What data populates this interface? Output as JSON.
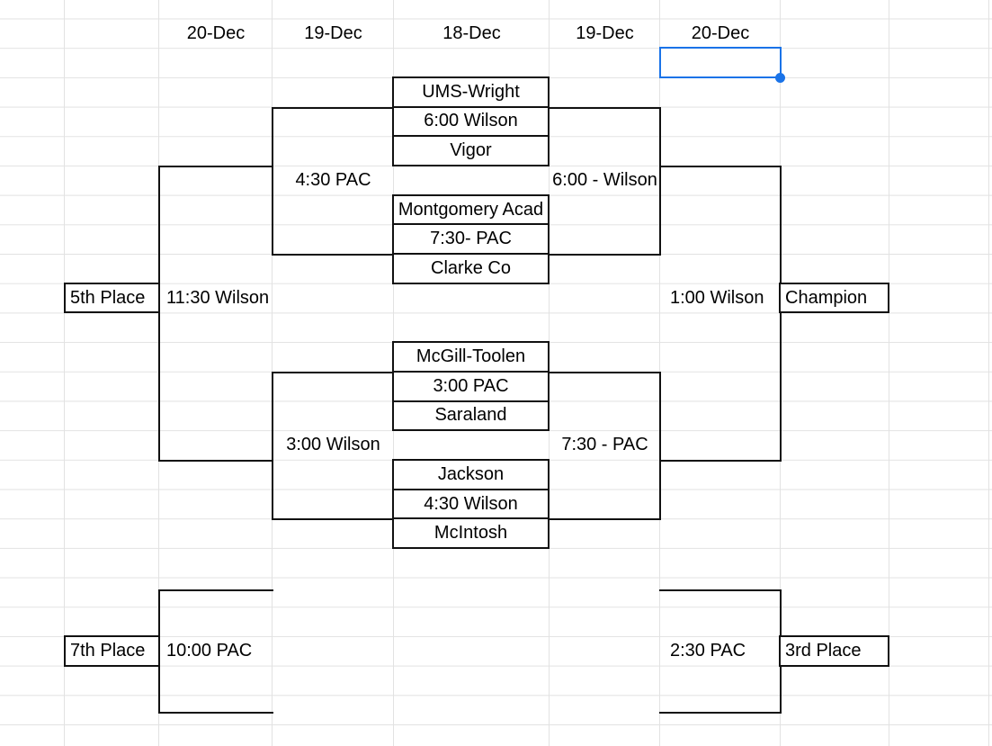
{
  "app": {
    "type": "spreadsheet-grid"
  },
  "colors": {
    "selection": "#1a73e8",
    "gridline": "#e2e2e2",
    "cell_border": "#111111"
  },
  "date_headers": [
    "20-Dec",
    "19-Dec",
    "18-Dec",
    "19-Dec",
    "20-Dec"
  ],
  "round1": [
    {
      "top": "UMS-Wright",
      "time": "6:00 Wilson",
      "bottom": "Vigor"
    },
    {
      "top": "Montgomery Acad",
      "time": "7:30- PAC",
      "bottom": "Clarke Co"
    },
    {
      "top": "McGill-Toolen",
      "time": "3:00 PAC",
      "bottom": "Saraland"
    },
    {
      "top": "Jackson",
      "time": "4:30 Wilson",
      "bottom": "McIntosh"
    }
  ],
  "semifinals": {
    "upper": "6:00 - Wilson",
    "lower": "7:30 - PAC"
  },
  "consolation_semifinals": {
    "upper": "4:30 PAC",
    "lower": "3:00 Wilson"
  },
  "championship": {
    "time": "1:00 Wilson",
    "label": "Champion"
  },
  "third_place": {
    "time": "2:30 PAC",
    "label": "3rd Place"
  },
  "fifth_place": {
    "label": "5th Place",
    "time": "11:30 Wilson"
  },
  "seventh_place": {
    "label": "7th Place",
    "time": "10:00 PAC"
  }
}
